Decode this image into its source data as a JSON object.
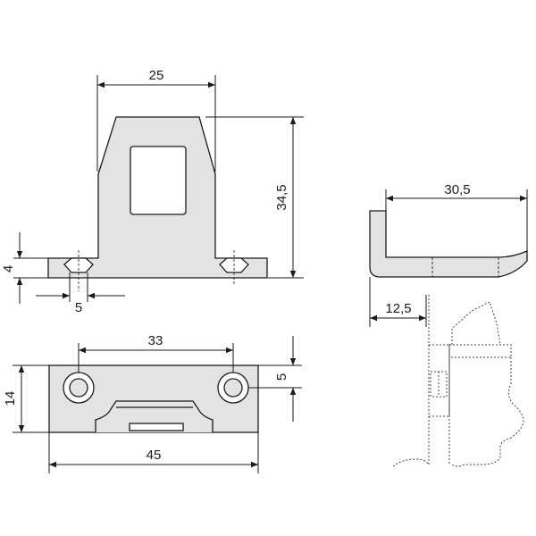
{
  "drawing": {
    "top_view": {
      "width": "25",
      "height": "34,5",
      "base_thickness": "4",
      "hole_dia": "5"
    },
    "bottom_view": {
      "hole_spacing": "33",
      "height": "14",
      "hole_offset": "5",
      "width": "45"
    },
    "side_view": {
      "length": "30,5",
      "offset": "12,5"
    }
  },
  "colors": {
    "part_fill": "#e3e3e3",
    "line": "#1a1a1a",
    "hidden": "#444444"
  }
}
